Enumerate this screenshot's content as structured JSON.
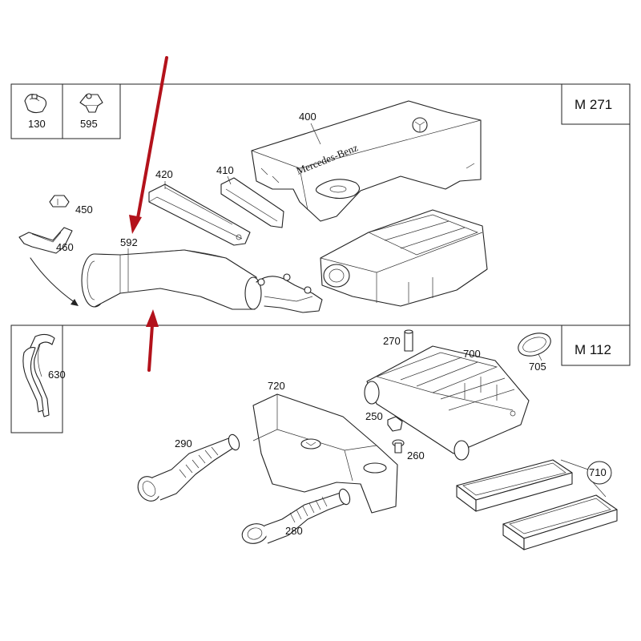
{
  "engines": {
    "top": "M 271",
    "bottom": "M 112"
  },
  "parts": {
    "p130": "130",
    "p595": "595",
    "p400": "400",
    "p420": "420",
    "p410": "410",
    "p450": "450",
    "p460": "460",
    "p592": "592",
    "p630": "630",
    "p270": "270",
    "p700": "700",
    "p705": "705",
    "p720": "720",
    "p250": "250",
    "p260": "260",
    "p290": "290",
    "p280": "280",
    "p710": "710"
  },
  "cover_logo": "Mercedes-Benz",
  "colors": {
    "highlight_arrow": "#b3121b",
    "line": "#222222",
    "background": "#ffffff"
  }
}
